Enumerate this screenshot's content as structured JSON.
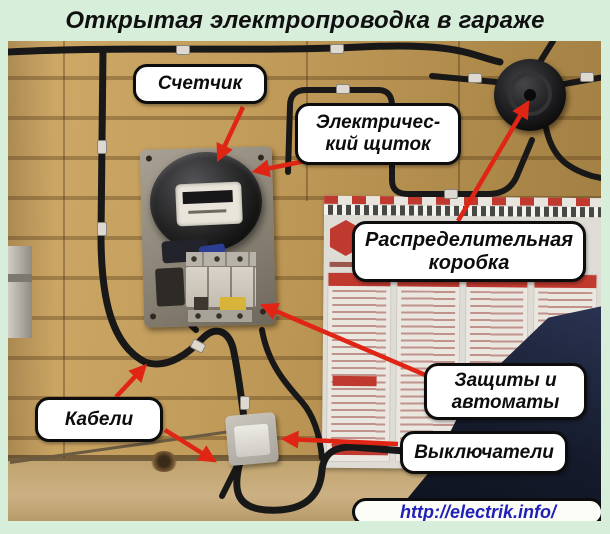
{
  "title": "Открытая электропроводка в гараже",
  "callouts": [
    {
      "id": "meter",
      "text": "Счетчик"
    },
    {
      "id": "panel",
      "text": "Электричес-\nкий щиток"
    },
    {
      "id": "junction-box",
      "text": "Распределительная\nкоробка"
    },
    {
      "id": "breakers",
      "text": "Защиты и\nавтоматы"
    },
    {
      "id": "cables",
      "text": "Кабели"
    },
    {
      "id": "switches",
      "text": "Выключатели"
    }
  ],
  "watermark": "http://electrik.info/",
  "colors": {
    "frame": "#d7eedb",
    "title-text": "#101010",
    "label-bg": "#ffffff",
    "label-border": "#0d0d0d",
    "arrow": "#e02515",
    "url-text": "#2121b8",
    "poster-red": "#c0392f",
    "cable": "#181818"
  }
}
